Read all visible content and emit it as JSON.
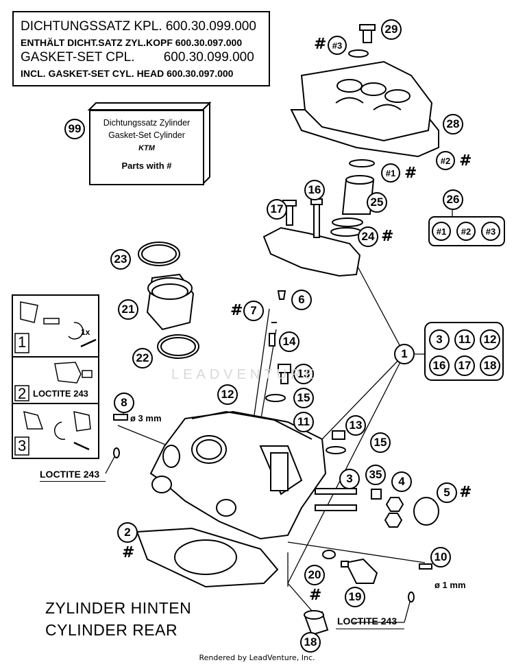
{
  "header_box": {
    "line1": "DICHTUNGSSATZ KPL. 600.30.099.000",
    "line2": "ENTHÄLT DICHT.SATZ ZYL.KOPF 600.30.097.000",
    "line3": "GASKET-SET CPL.        600.30.099.000",
    "line4": "INCL. GASKET-SET CYL. HEAD 600.30.097.000"
  },
  "gasket_box": {
    "callout": "99",
    "line1": "Dichtungssatz Zylinder",
    "line2": "Gasket-Set Cylinder",
    "logo": "KTM",
    "line3": "Parts with #"
  },
  "callouts": {
    "c1": "1",
    "c2": "2",
    "c3": "3",
    "c4": "4",
    "c5": "5",
    "c6": "6",
    "c7": "7",
    "c8": "8",
    "c10": "10",
    "c11": "11",
    "c12": "12",
    "c13a": "13",
    "c13b": "13",
    "c14": "14",
    "c15a": "15",
    "c15b": "15",
    "c16": "16",
    "c17": "17",
    "c18": "18",
    "c19": "19",
    "c20": "20",
    "c21": "21",
    "c22": "22",
    "c23": "23",
    "c24": "24",
    "c25": "25",
    "c26": "26",
    "c28": "28",
    "c29": "29",
    "c35": "35",
    "c18b": "18",
    "p1": "#1",
    "p2": "#2",
    "p3": "#3"
  },
  "group1": [
    "3",
    "11",
    "12",
    "16",
    "17",
    "18"
  ],
  "group26": [
    "#1",
    "#2",
    "#3"
  ],
  "hash_symbol": "#",
  "labels": {
    "dia3": "ø 3 mm",
    "dia1": "ø 1 mm",
    "loctite_left": "LOCTITE 243",
    "loctite_right": "LOCTITE 243",
    "inset2_loctite": "LOCTITE 243",
    "inset_n1": "1",
    "inset_n2": "2",
    "inset_n3": "3",
    "inset_1x": "1x"
  },
  "title": {
    "line1": "ZYLINDER HINTEN",
    "line2": "CYLINDER REAR"
  },
  "footer": "Rendered by LeadVenture, Inc.",
  "watermark": "LEADVENTURE"
}
